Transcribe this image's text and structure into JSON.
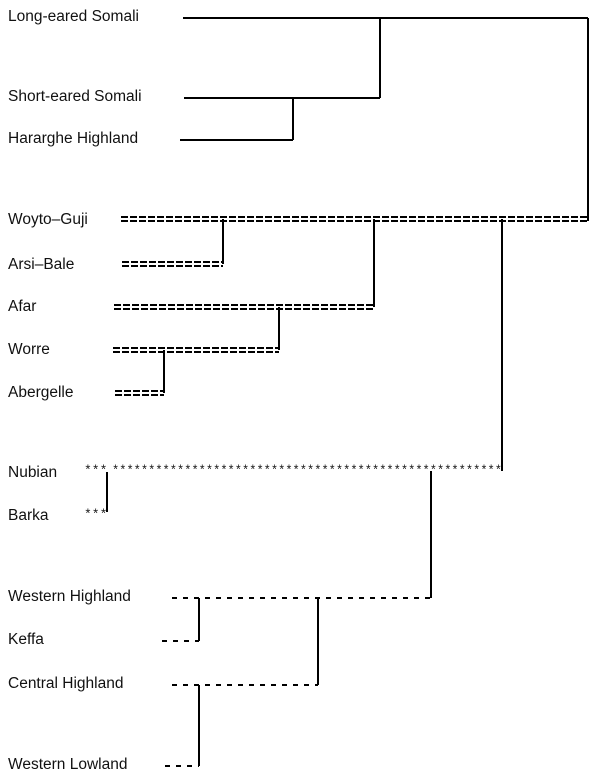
{
  "dendrogram": {
    "taxa": [
      {
        "id": "long-eared-somali",
        "label": "Long-eared Somali"
      },
      {
        "id": "short-eared-somali",
        "label": "Short-eared Somali"
      },
      {
        "id": "hararghe-highland",
        "label": "Hararghe Highland"
      },
      {
        "id": "woyto-guji",
        "label": "Woyto–Guji"
      },
      {
        "id": "arsi-bale",
        "label": "Arsi–Bale"
      },
      {
        "id": "afar",
        "label": "Afar"
      },
      {
        "id": "worre",
        "label": "Worre"
      },
      {
        "id": "abergelle",
        "label": "Abergelle"
      },
      {
        "id": "nubian",
        "label": "Nubian"
      },
      {
        "id": "barka",
        "label": "Barka"
      },
      {
        "id": "western-highland",
        "label": "Western Highland"
      },
      {
        "id": "keffa",
        "label": "Keffa"
      },
      {
        "id": "central-highland",
        "label": "Central Highland"
      },
      {
        "id": "western-lowland",
        "label": "Western Lowland"
      }
    ],
    "line_styles": {
      "somali_group": "solid",
      "woyto_group": "double-dash",
      "nubian_group": "asterisk",
      "highland_group": "dashed"
    }
  }
}
